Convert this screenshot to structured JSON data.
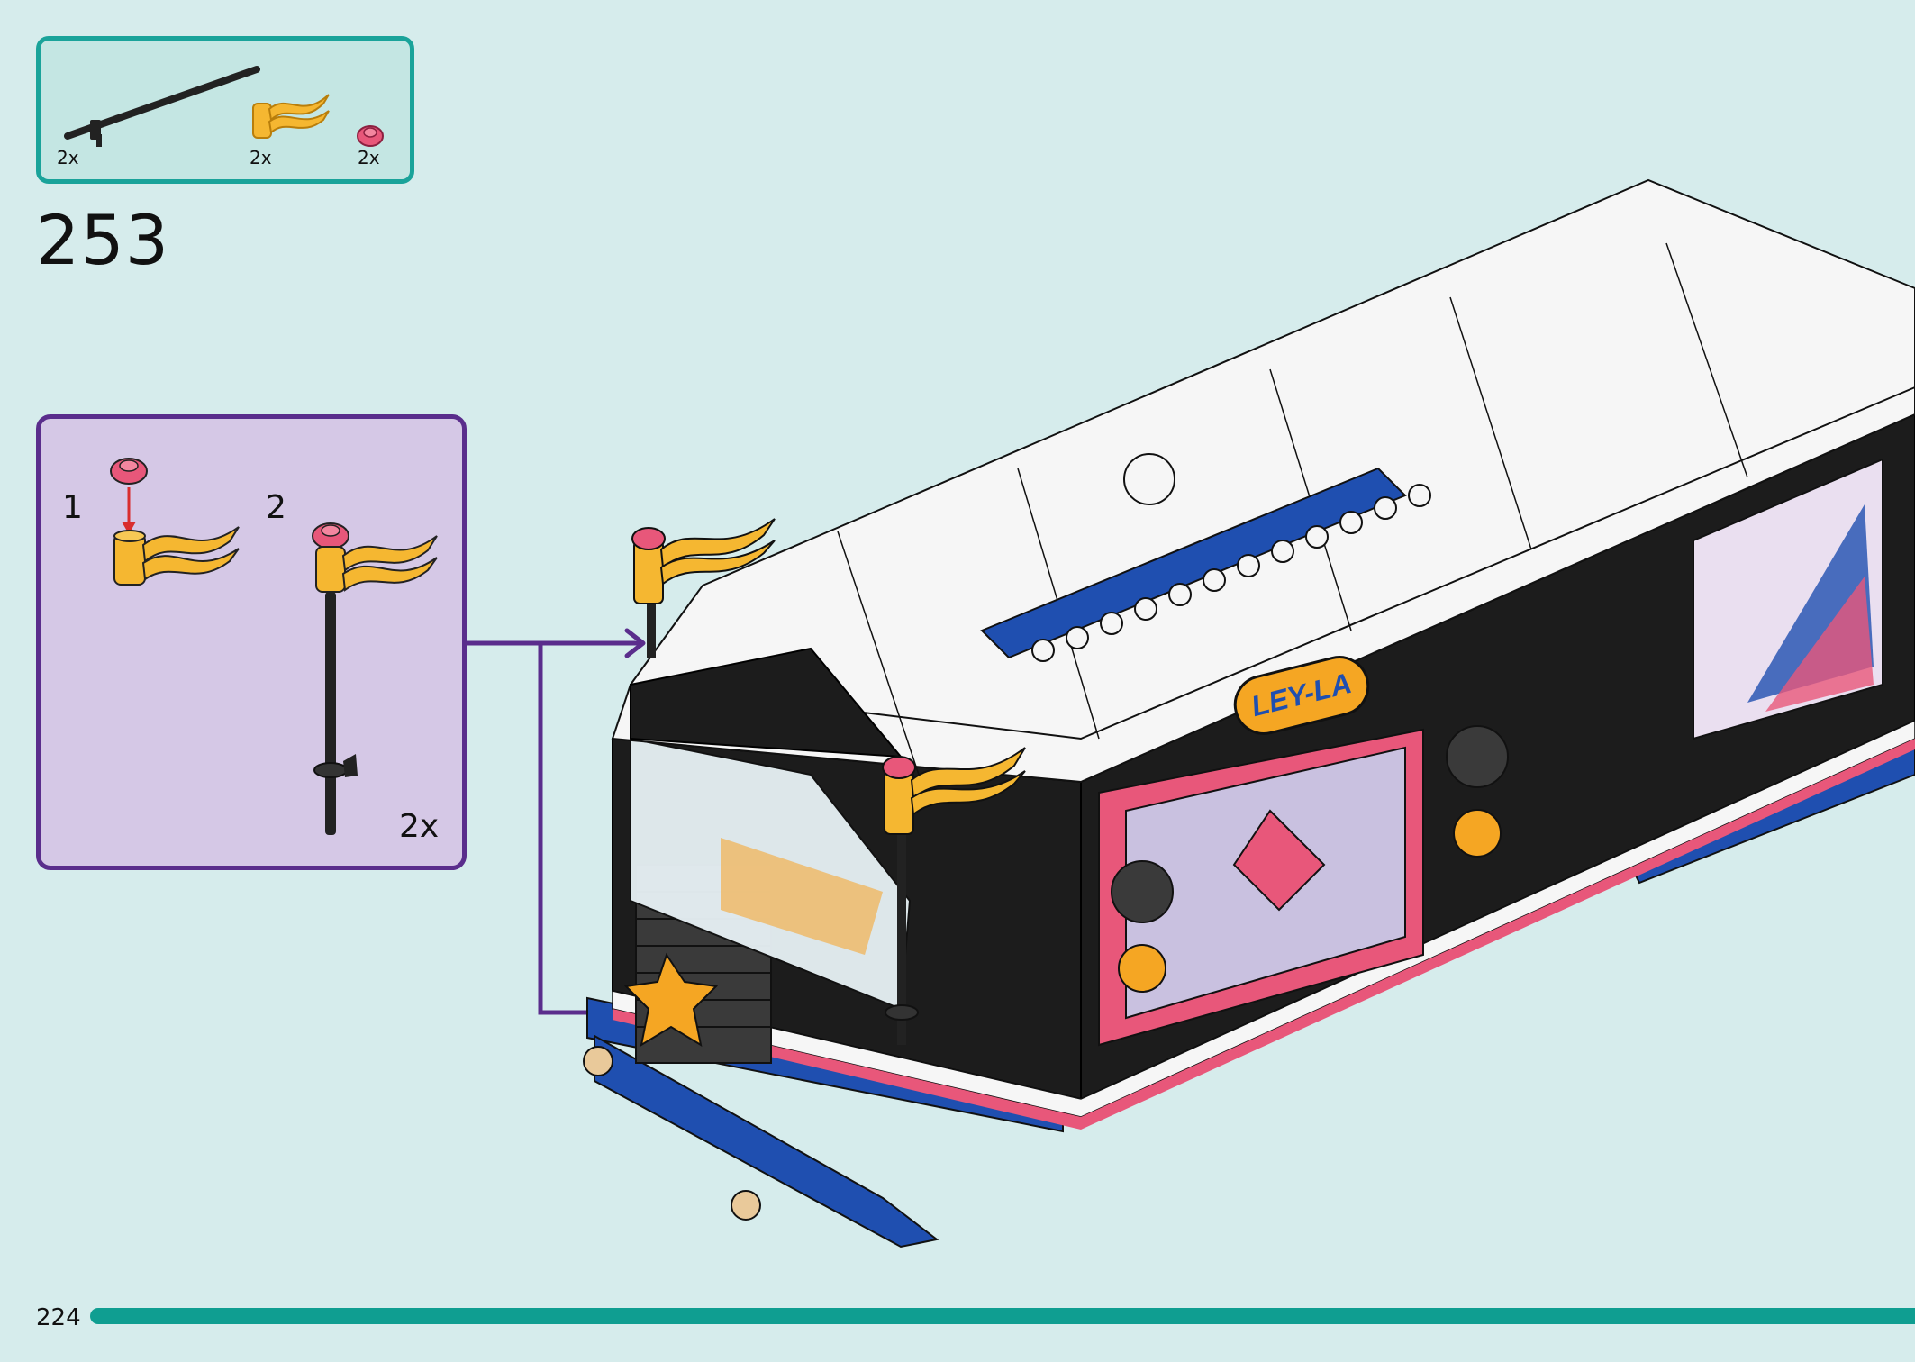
{
  "parts_list": {
    "items": [
      {
        "name": "bar-with-stop",
        "qty": "2x"
      },
      {
        "name": "flag",
        "qty": "2x"
      },
      {
        "name": "round-plate",
        "qty": "2x"
      }
    ]
  },
  "step": {
    "number": "253"
  },
  "sub_assembly": {
    "steps": [
      {
        "label": "1"
      },
      {
        "label": "2"
      }
    ],
    "multiplier": "2x"
  },
  "model": {
    "nameplate_text": "LEY-LA"
  },
  "footer": {
    "page_number": "224"
  },
  "colors": {
    "background": "#d6ecec",
    "parts_border": "#1aa39a",
    "sub_border": "#5a2d8c",
    "sub_fill": "#d5c8e6",
    "arrow": "#5a2d8c",
    "progress": "#0f9e91",
    "flag": "#f5b731",
    "plate": "#e8577a",
    "bus_black": "#1c1c1c",
    "bus_white": "#f6f6f6",
    "bus_blue": "#1f4fb0"
  }
}
